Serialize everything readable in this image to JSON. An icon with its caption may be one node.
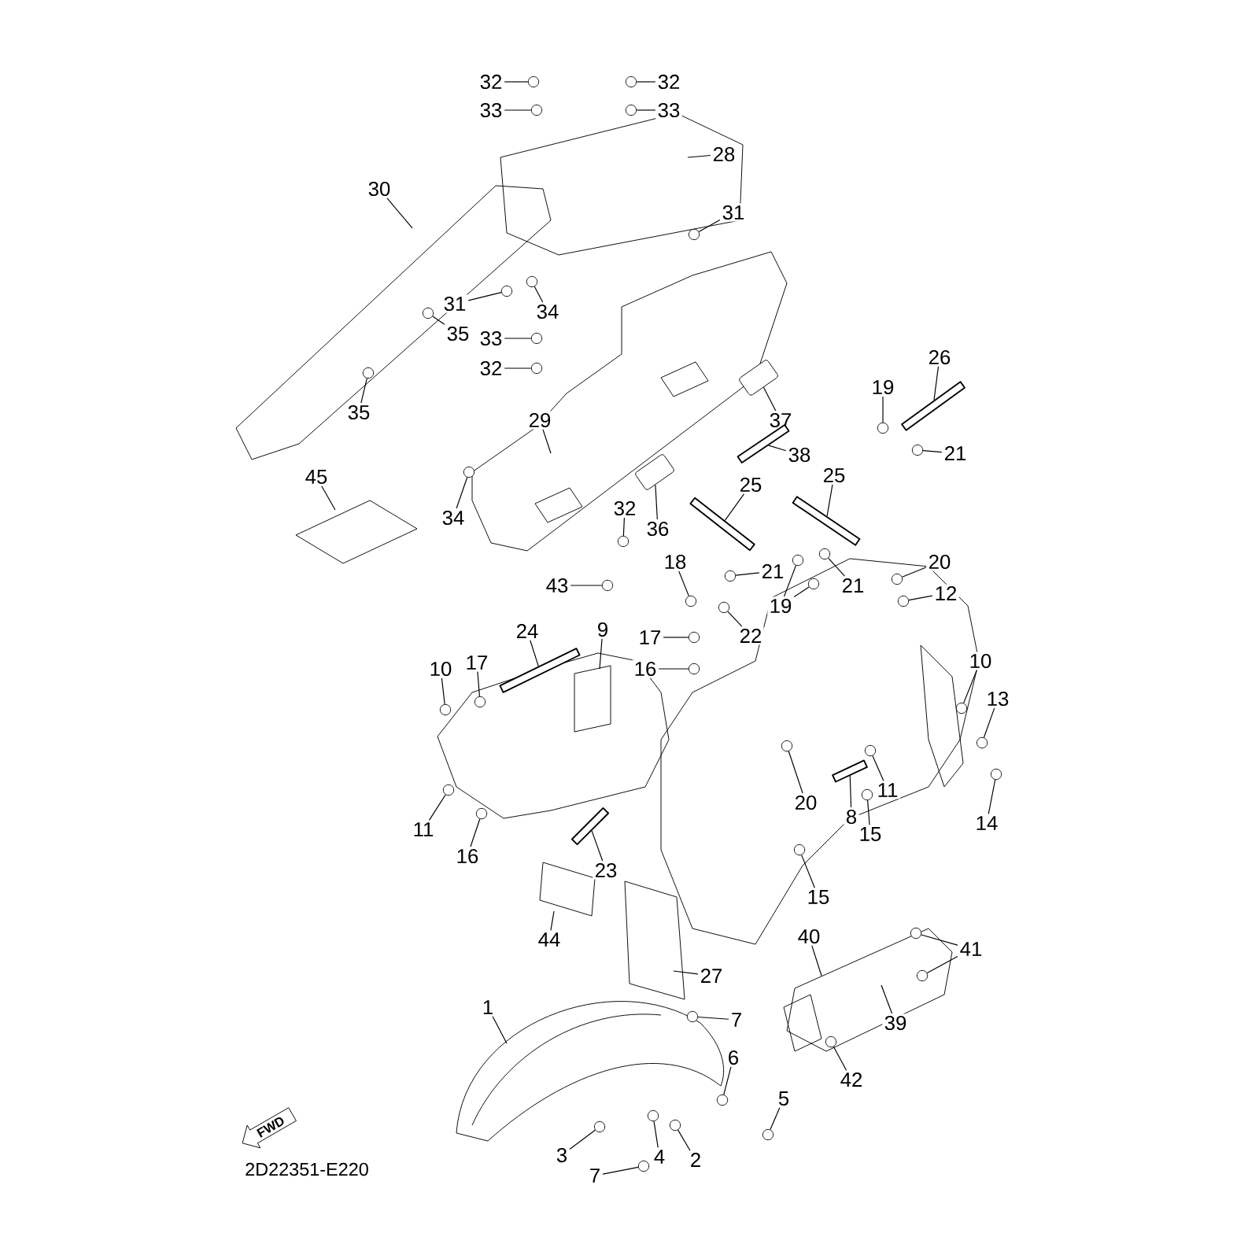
{
  "diagram": {
    "nodes": [
      {
        "text": [
          "32"
        ]
      },
      {
        "text": [
          "32"
        ]
      },
      {
        "text": [
          "33"
        ]
      },
      {
        "text": [
          "33"
        ]
      },
      {
        "text": [
          "28"
        ]
      },
      {
        "text": [
          "30"
        ]
      },
      {
        "text": [
          "31"
        ]
      },
      {
        "text": [
          "31"
        ]
      },
      {
        "text": [
          "34"
        ]
      },
      {
        "text": [
          "35"
        ]
      },
      {
        "text": [
          "33"
        ]
      },
      {
        "text": [
          "26"
        ]
      },
      {
        "text": [
          "32"
        ]
      },
      {
        "text": [
          "19"
        ]
      },
      {
        "text": [
          "35"
        ]
      },
      {
        "text": [
          "37"
        ]
      },
      {
        "text": [
          "29"
        ]
      },
      {
        "text": [
          "21"
        ]
      },
      {
        "text": [
          "38"
        ]
      },
      {
        "text": [
          "25"
        ]
      },
      {
        "text": [
          "45"
        ]
      },
      {
        "text": [
          "25"
        ]
      },
      {
        "text": [
          "32"
        ]
      },
      {
        "text": [
          "34"
        ]
      },
      {
        "text": [
          "36"
        ]
      },
      {
        "text": [
          "18"
        ]
      },
      {
        "text": [
          "20"
        ]
      },
      {
        "text": [
          "21"
        ]
      },
      {
        "text": [
          "43"
        ]
      },
      {
        "text": [
          "21"
        ]
      },
      {
        "text": [
          "12"
        ]
      },
      {
        "text": [
          "19"
        ]
      },
      {
        "text": [
          "9"
        ]
      },
      {
        "text": [
          "24"
        ]
      },
      {
        "text": [
          "22"
        ]
      },
      {
        "text": [
          "17"
        ]
      },
      {
        "text": [
          "17"
        ]
      },
      {
        "text": [
          "10"
        ]
      },
      {
        "text": [
          "16"
        ]
      },
      {
        "text": [
          "10"
        ]
      },
      {
        "text": [
          "13"
        ]
      },
      {
        "text": [
          "11"
        ]
      },
      {
        "text": [
          "20"
        ]
      },
      {
        "text": [
          "8"
        ]
      },
      {
        "text": [
          "14"
        ]
      },
      {
        "text": [
          "11"
        ]
      },
      {
        "text": [
          "15"
        ]
      },
      {
        "text": [
          "16"
        ]
      },
      {
        "text": [
          "23"
        ]
      },
      {
        "text": [
          "15"
        ]
      },
      {
        "text": [
          "40"
        ]
      },
      {
        "text": [
          "44"
        ]
      },
      {
        "text": [
          "41"
        ]
      },
      {
        "text": [
          "27"
        ]
      },
      {
        "text": [
          "1"
        ]
      },
      {
        "text": [
          "7"
        ]
      },
      {
        "text": [
          "39"
        ]
      },
      {
        "text": [
          "6"
        ]
      },
      {
        "text": [
          "42"
        ]
      },
      {
        "text": [
          "5"
        ]
      },
      {
        "text": [
          "3"
        ]
      },
      {
        "text": [
          "4"
        ]
      },
      {
        "text": [
          "2"
        ]
      },
      {
        "text": [
          "7"
        ]
      },
      {
        "text": [
          "FWD"
        ]
      },
      {
        "text": [],
        "shape": "circle"
      },
      {
        "text": [],
        "shape": "circle"
      },
      {
        "text": [],
        "shape": "circle"
      },
      {
        "text": [],
        "shape": "circle"
      },
      {
        "text": [],
        "shape": "circle"
      },
      {
        "text": [],
        "shape": "circle"
      },
      {
        "text": [],
        "shape": "circle"
      },
      {
        "text": [],
        "shape": "circle"
      },
      {
        "text": [],
        "shape": "circle"
      },
      {
        "text": [],
        "shape": "bar"
      },
      {
        "text": [],
        "shape": "circle"
      },
      {
        "text": [],
        "shape": "circle"
      },
      {
        "text": [],
        "shape": "circle"
      },
      {
        "text": [],
        "shape": "box"
      },
      {
        "text": [],
        "shape": "circle"
      },
      {
        "text": [],
        "shape": "bar"
      },
      {
        "text": [],
        "shape": "bar"
      },
      {
        "text": [],
        "shape": "bar"
      },
      {
        "text": [],
        "shape": "circle"
      },
      {
        "text": [],
        "shape": "circle"
      },
      {
        "text": [],
        "shape": "box"
      },
      {
        "text": [],
        "shape": "circle"
      },
      {
        "text": [],
        "shape": "circle"
      },
      {
        "text": [],
        "shape": "circle"
      },
      {
        "text": [],
        "shape": "circle"
      },
      {
        "text": [],
        "shape": "circle"
      },
      {
        "text": [],
        "shape": "circle"
      },
      {
        "text": [],
        "shape": "circle"
      },
      {
        "text": [],
        "shape": "bar"
      },
      {
        "text": [],
        "shape": "circle"
      },
      {
        "text": [],
        "shape": "circle"
      },
      {
        "text": [],
        "shape": "circle"
      },
      {
        "text": [],
        "shape": "circle"
      },
      {
        "text": [],
        "shape": "circle"
      },
      {
        "text": [],
        "shape": "circle"
      },
      {
        "text": [],
        "shape": "circle"
      },
      {
        "text": [],
        "shape": "circle"
      },
      {
        "text": [],
        "shape": "circle"
      },
      {
        "text": [],
        "shape": "circle"
      },
      {
        "text": [],
        "shape": "circle"
      },
      {
        "text": [],
        "shape": "circle"
      },
      {
        "text": [],
        "shape": "circle"
      },
      {
        "text": [],
        "shape": "bar"
      },
      {
        "text": [],
        "shape": "circle"
      },
      {
        "text": [],
        "shape": "circle"
      },
      {
        "text": [],
        "shape": "circle"
      },
      {
        "text": [],
        "shape": "circle"
      },
      {
        "text": [],
        "shape": "circle"
      },
      {
        "text": [],
        "shape": "circle"
      },
      {
        "text": [],
        "shape": "circle"
      },
      {
        "text": [],
        "shape": "circle"
      },
      {
        "text": [],
        "shape": "circle"
      },
      {
        "text": [],
        "shape": "circle"
      },
      {
        "text": [],
        "shape": "circle"
      },
      {
        "text": [],
        "shape": "circle"
      },
      {
        "text": [],
        "shape": "bar"
      }
    ],
    "edges": [
      {
        "from": 0,
        "to": 65,
        "arrow": "none"
      },
      {
        "from": 1,
        "to": 66,
        "arrow": "none"
      },
      {
        "from": 2,
        "to": 67,
        "arrow": "none"
      },
      {
        "from": 3,
        "to": 68,
        "arrow": "none"
      },
      {
        "from": 4,
        "to": null,
        "arrow": "none"
      },
      {
        "from": 5,
        "to": null,
        "arrow": "none"
      },
      {
        "from": 6,
        "to": 69,
        "arrow": "none"
      },
      {
        "from": 7,
        "to": 70,
        "arrow": "none"
      },
      {
        "from": 8,
        "to": 71,
        "arrow": "none"
      },
      {
        "from": 9,
        "to": 72,
        "arrow": "none"
      },
      {
        "from": 10,
        "to": 73,
        "arrow": "none"
      },
      {
        "from": 11,
        "to": 74,
        "arrow": "none"
      },
      {
        "from": 12,
        "to": 75,
        "arrow": "none"
      },
      {
        "from": 13,
        "to": 76,
        "arrow": "none"
      },
      {
        "from": 14,
        "to": 77,
        "arrow": "none"
      },
      {
        "from": 15,
        "to": 78,
        "arrow": "none"
      },
      {
        "from": 16,
        "to": null,
        "arrow": "none"
      },
      {
        "from": 17,
        "to": 79,
        "arrow": "none"
      },
      {
        "from": 18,
        "to": 80,
        "arrow": "none"
      },
      {
        "from": 19,
        "to": 81,
        "arrow": "none"
      },
      {
        "from": 20,
        "to": null,
        "arrow": "none"
      },
      {
        "from": 21,
        "to": 82,
        "arrow": "none"
      },
      {
        "from": 22,
        "to": 83,
        "arrow": "none"
      },
      {
        "from": 23,
        "to": 84,
        "arrow": "none"
      },
      {
        "from": 24,
        "to": 85,
        "arrow": "none"
      },
      {
        "from": 25,
        "to": 86,
        "arrow": "none"
      },
      {
        "from": 26,
        "to": 87,
        "arrow": "none"
      },
      {
        "from": 27,
        "to": 88,
        "arrow": "none"
      },
      {
        "from": 28,
        "to": 89,
        "arrow": "none"
      },
      {
        "from": 29,
        "to": 90,
        "arrow": "none"
      },
      {
        "from": 30,
        "to": 91,
        "arrow": "none"
      },
      {
        "from": 31,
        "to": 92,
        "arrow": "none"
      },
      {
        "from": 32,
        "to": null,
        "arrow": "none"
      },
      {
        "from": 33,
        "to": 93,
        "arrow": "none"
      },
      {
        "from": 34,
        "to": 94,
        "arrow": "none"
      },
      {
        "from": 35,
        "to": 95,
        "arrow": "none"
      },
      {
        "from": 36,
        "to": 96,
        "arrow": "none"
      },
      {
        "from": 37,
        "to": 97,
        "arrow": "none"
      },
      {
        "from": 38,
        "to": 98,
        "arrow": "none"
      },
      {
        "from": 39,
        "to": 99,
        "arrow": "none"
      },
      {
        "from": 40,
        "to": 100,
        "arrow": "none"
      },
      {
        "from": 41,
        "to": 101,
        "arrow": "none"
      },
      {
        "from": 42,
        "to": 102,
        "arrow": "none"
      },
      {
        "from": 43,
        "to": 120,
        "arrow": "none"
      },
      {
        "from": 44,
        "to": 103,
        "arrow": "none"
      },
      {
        "from": 45,
        "to": 104,
        "arrow": "none"
      },
      {
        "from": 46,
        "to": 105,
        "arrow": "none"
      },
      {
        "from": 47,
        "to": 106,
        "arrow": "none"
      },
      {
        "from": 48,
        "to": 107,
        "arrow": "none"
      },
      {
        "from": 49,
        "to": 108,
        "arrow": "none"
      },
      {
        "from": 50,
        "to": null,
        "arrow": "none"
      },
      {
        "from": 51,
        "to": null,
        "arrow": "none"
      },
      {
        "from": 52,
        "to": 109,
        "arrow": "none"
      },
      {
        "from": 53,
        "to": null,
        "arrow": "none"
      },
      {
        "from": 54,
        "to": null,
        "arrow": "none"
      },
      {
        "from": 55,
        "to": 110,
        "arrow": "none"
      },
      {
        "from": 56,
        "to": null,
        "arrow": "none"
      },
      {
        "from": 57,
        "to": 111,
        "arrow": "none"
      },
      {
        "from": 58,
        "to": 112,
        "arrow": "none"
      },
      {
        "from": 59,
        "to": 113,
        "arrow": "none"
      },
      {
        "from": 60,
        "to": 114,
        "arrow": "none"
      },
      {
        "from": 61,
        "to": 115,
        "arrow": "none"
      },
      {
        "from": 62,
        "to": 116,
        "arrow": "none"
      },
      {
        "from": 63,
        "to": 117,
        "arrow": "none"
      },
      {
        "from": 52,
        "to": 118,
        "arrow": "none"
      },
      {
        "from": 31,
        "to": 119,
        "arrow": "none"
      }
    ],
    "labels": [
      "2D22351-E220"
    ]
  }
}
